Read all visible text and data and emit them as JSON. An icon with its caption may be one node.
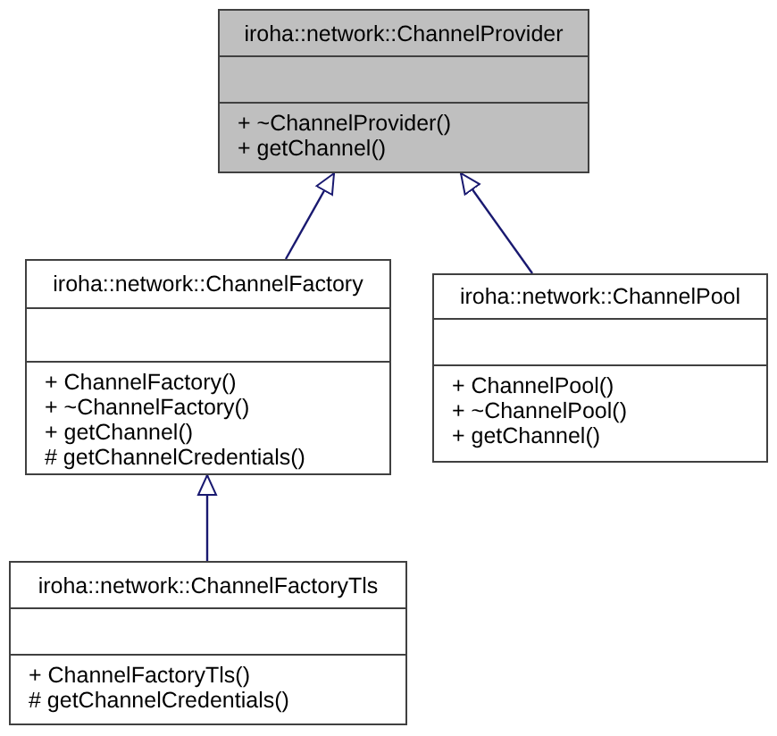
{
  "diagram": {
    "nodes": [
      {
        "text": [
          "iroha::network::ChannelProvider",
          "+ ~ChannelProvider()",
          "+ getChannel()"
        ]
      },
      {
        "text": [
          "iroha::network::ChannelFactory",
          "+ ChannelFactory()",
          "+ ~ChannelFactory()",
          "+ getChannel()",
          "# getChannelCredentials()"
        ]
      },
      {
        "text": [
          "iroha::network::ChannelPool",
          "+ ChannelPool()",
          "+ ~ChannelPool()",
          "+ getChannel()"
        ]
      },
      {
        "text": [
          "iroha::network::ChannelFactoryTls",
          "+ ChannelFactoryTls()",
          "# getChannelCredentials()"
        ]
      }
    ],
    "edges": [
      {
        "from": 1,
        "to": 0,
        "arrow": "to"
      },
      {
        "from": 2,
        "to": 0,
        "arrow": "to"
      },
      {
        "from": 3,
        "to": 1,
        "arrow": "to"
      }
    ]
  }
}
